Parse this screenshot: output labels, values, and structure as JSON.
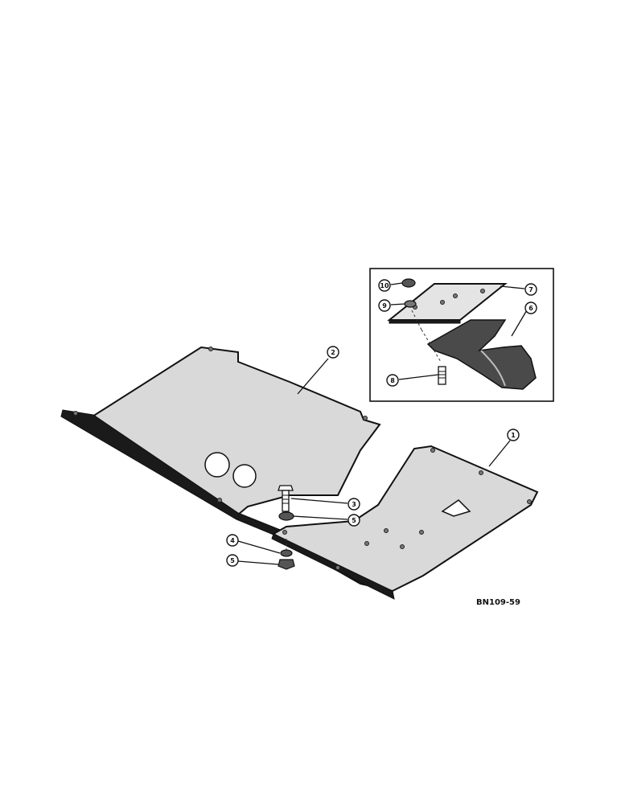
{
  "callouts": {
    "c1": "1",
    "c2": "2",
    "c3": "3",
    "c4": "4",
    "c5a": "5",
    "c5b": "5",
    "c6": "6",
    "c7": "7",
    "c8": "8",
    "c9": "9",
    "c10": "10"
  },
  "figure_code": "BN109-59"
}
